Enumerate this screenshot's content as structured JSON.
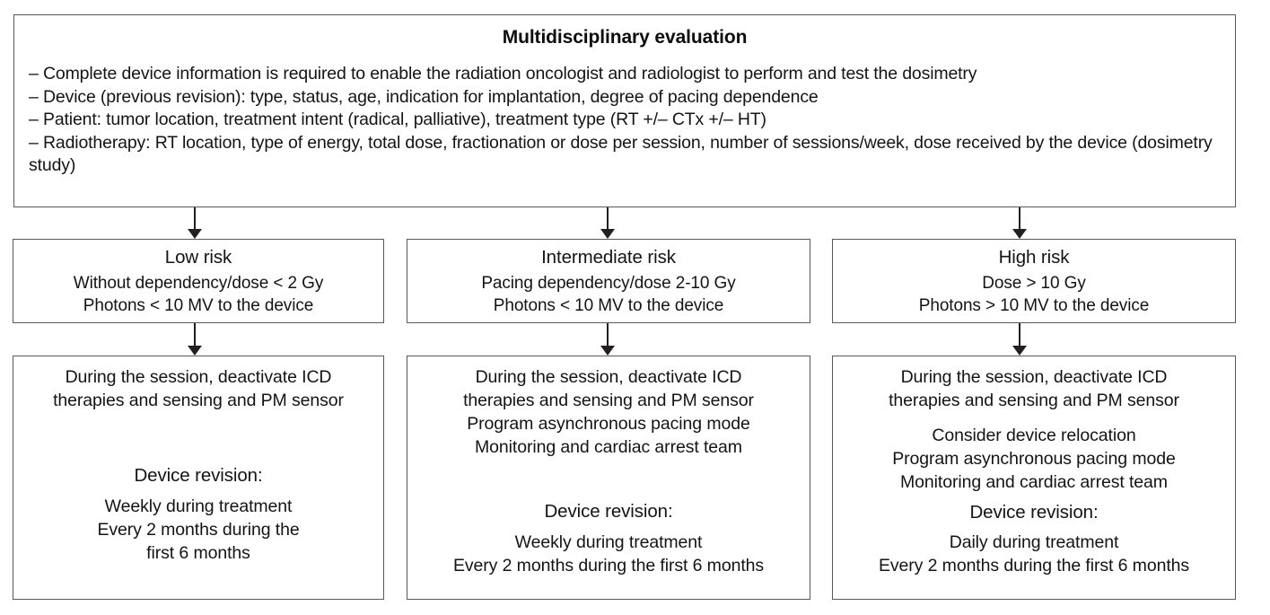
{
  "diagram": {
    "title": "Multidisciplinary evaluation",
    "top_box": {
      "heading": "Multidisciplinary evaluation",
      "bullets": [
        "– Complete device information is required to enable the radiation oncologist and radiologist to perform and test the dosimetry",
        "– Device (previous revision): type, status, age, indication for implantation, degree of pacing dependence",
        "– Patient: tumor location, treatment intent (radical, palliative), treatment type (RT +/– CTx +/– HT)",
        "– Radiotherapy: RT location, type of energy, total dose, fractionation or dose per session, number of sessions/week, dose received by the device (dosimetry study)"
      ]
    },
    "risk_boxes": [
      {
        "title": "Low risk",
        "criteria": [
          "Without dependency/dose < 2 Gy",
          "Photons < 10 MV to the device"
        ]
      },
      {
        "title": "Intermediate risk",
        "criteria": [
          "Pacing dependency/dose 2-10 Gy",
          "Photons < 10 MV to the device"
        ]
      },
      {
        "title": "High risk",
        "criteria": [
          "Dose > 10 Gy",
          "Photons > 10 MV to the device"
        ]
      }
    ],
    "action_boxes": [
      {
        "session_lines": [
          "During the session, deactivate ICD",
          "therapies and sensing and PM sensor"
        ],
        "extra_lines": [],
        "revision_heading": "Device revision:",
        "revision_lines": [
          "Weekly during treatment",
          "Every 2 months during the",
          "first 6 months"
        ]
      },
      {
        "session_lines": [
          "During the session, deactivate ICD",
          "therapies and sensing and PM sensor"
        ],
        "extra_lines": [
          "Program asynchronous pacing mode",
          "Monitoring and cardiac arrest team"
        ],
        "revision_heading": "Device revision:",
        "revision_lines": [
          "Weekly during treatment",
          "Every 2 months during the first 6 months"
        ]
      },
      {
        "session_lines": [
          "During the session, deactivate ICD",
          "therapies and sensing and PM sensor"
        ],
        "extra_lines": [
          "Consider device relocation",
          "Program asynchronous pacing mode",
          "Monitoring and cardiac arrest team"
        ],
        "revision_heading": "Device revision:",
        "revision_lines": [
          "Daily during treatment",
          "Every 2 months during the first 6 months"
        ]
      }
    ],
    "colors": {
      "box_border": "#58595b",
      "text": "#141414",
      "arrow": "#231f20",
      "background": "#ffffff"
    }
  }
}
